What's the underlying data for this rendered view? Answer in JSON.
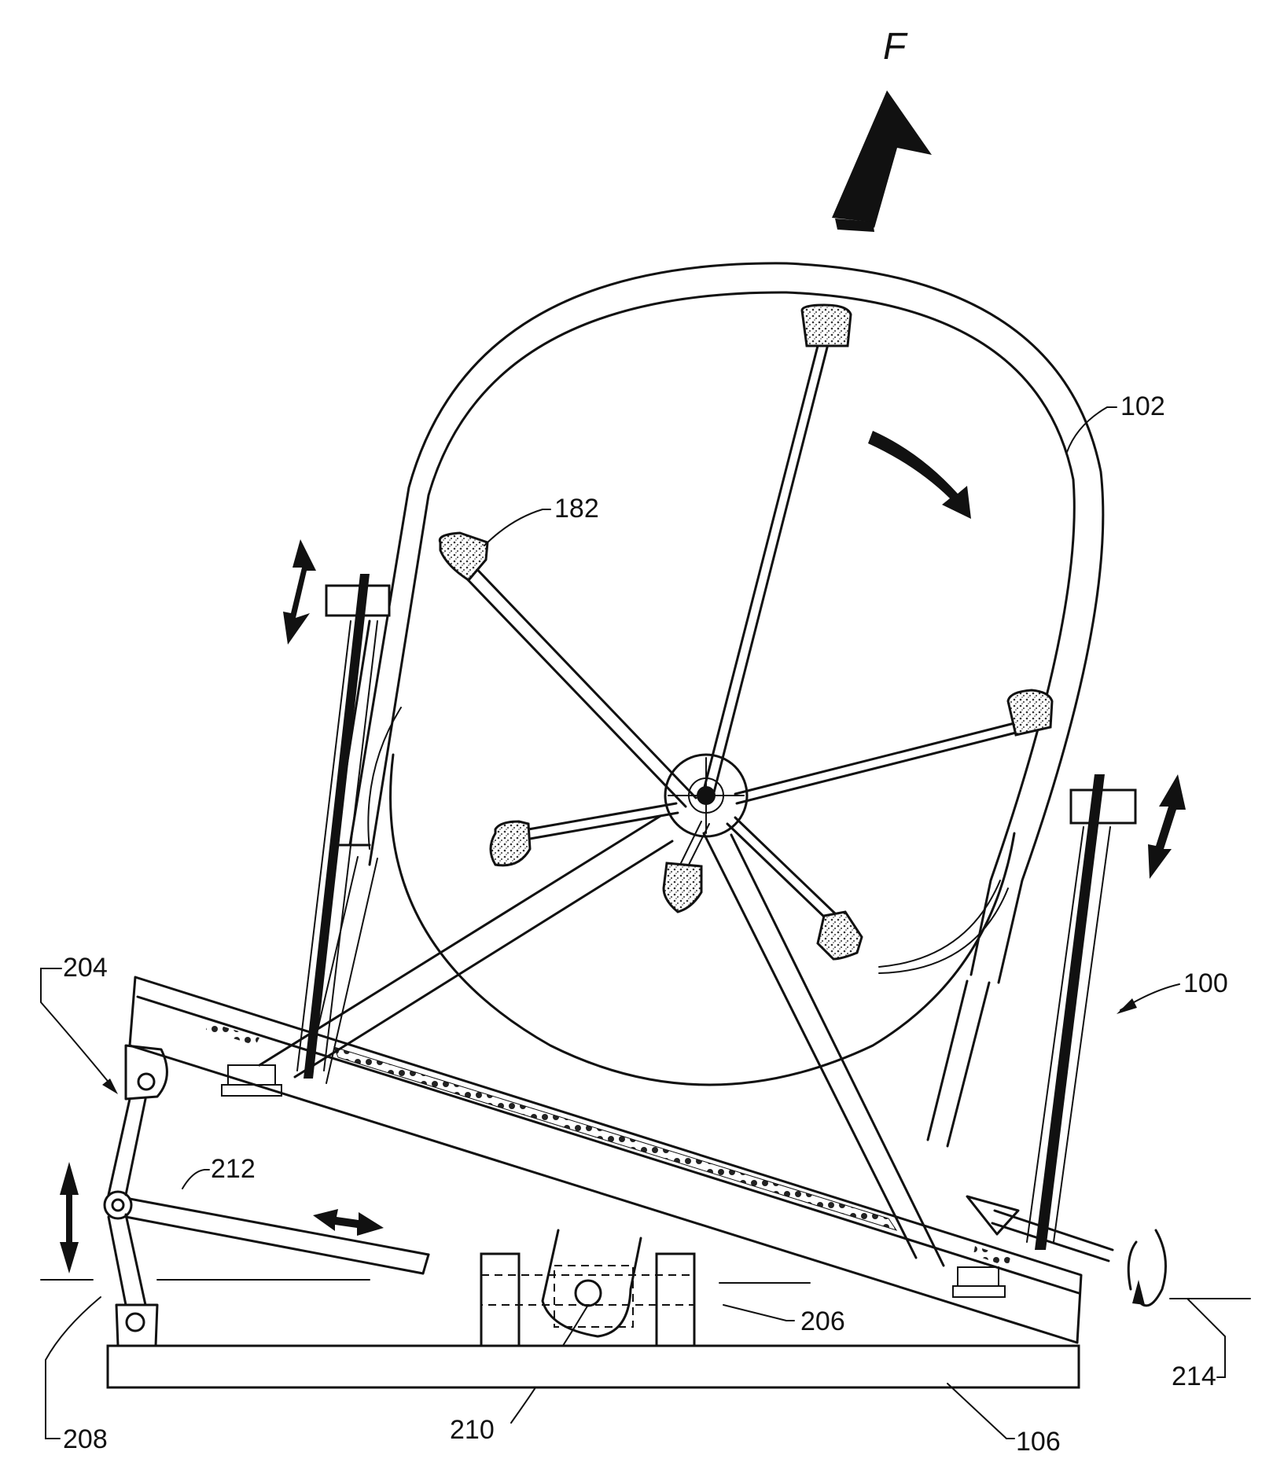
{
  "colors": {
    "ink": "#111111",
    "paper": "#ffffff",
    "shade": "#9a9a9a"
  },
  "labels": {
    "force": "F",
    "wheel": "102",
    "bucket": "182",
    "apparatus": "100",
    "linkage": "204",
    "pivot_base": "206",
    "lower_pivot": "208",
    "hinge": "210",
    "arm": "212",
    "axis": "214",
    "base": "106"
  }
}
